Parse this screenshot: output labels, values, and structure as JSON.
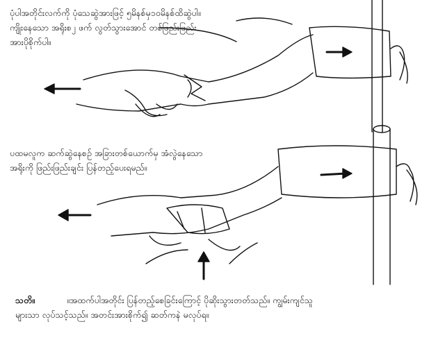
{
  "step1": {
    "lines": [
      "ပုံပါအတိုင်းလက်ကို ပုံသေဆွဲအားဖြင့် ၅မိနစ်မှ၁၀မိနစ်ထိဆွဲပါ။",
      "ကျိုးနေသော အရိုးစ၂ ဖက် လွတ်သွားအောင် တစ်ဖြည်းဖြည်း",
      "အားပိုစိုက်ပါ။"
    ]
  },
  "step2": {
    "lines": [
      "ပထမလူက ဆက်ဆွဲနေစဉ် အခြားတစ်ယောက်မှ အံလွဲနေသော",
      "အရိုးကို ဖြည်းဖြည်းချင်း ပြန်တည့်ပေးရမည်။"
    ]
  },
  "note": {
    "label": "သတိ။",
    "lines": [
      "။အထက်ပါအတိုင်း ပြန်တည့်စေခြင်းကြောင့် ပိုဆိုးသွားတတ်သည်။ ကျွမ်းကျင်သူ",
      "များသာ လုပ်သင့်သည်။ အတင်းအားစိုက်၍ ဆတ်ကနဲ မလုပ်ရ။"
    ]
  }
}
